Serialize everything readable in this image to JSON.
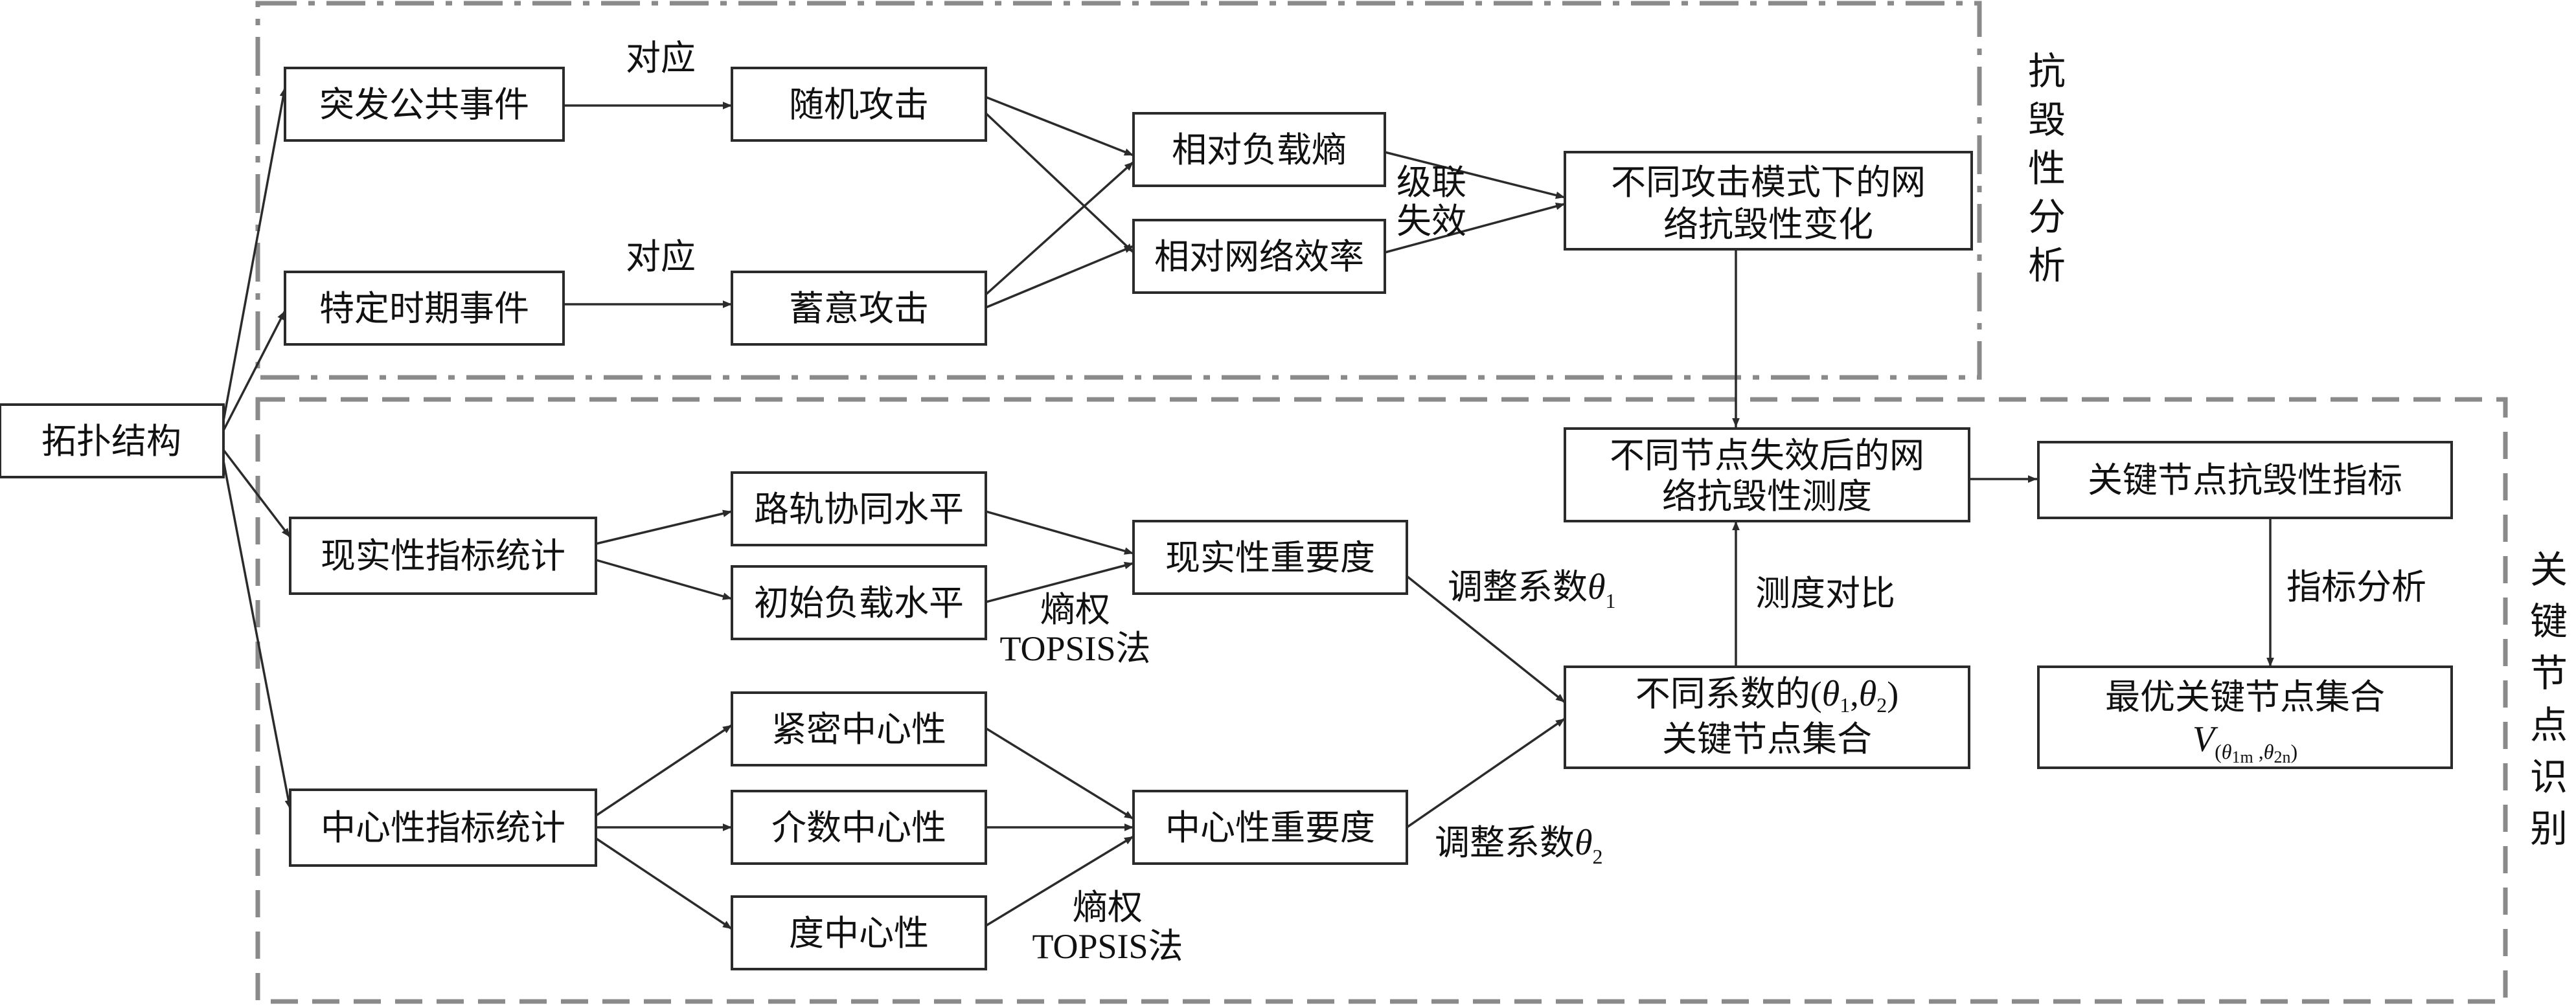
{
  "regions": {
    "survivability_analysis": "抗毁性分析",
    "key_node_identification": "关键节点识别"
  },
  "nodes": {
    "topology": "拓扑结构",
    "public_event": "突发公共事件",
    "specific_period_event": "特定时期事件",
    "random_attack": "随机攻击",
    "deliberate_attack": "蓄意攻击",
    "relative_load_entropy": "相对负载熵",
    "relative_network_efficiency": "相对网络效率",
    "attack_mode_change": [
      "不同攻击模式下的网",
      "络抗毁性变化"
    ],
    "node_failure_measure": [
      "不同节点失效后的网",
      "络抗毁性测度"
    ],
    "key_node_index": "关键节点抗毁性指标",
    "optimal_key_node_set": {
      "line1": "最优关键节点集合",
      "symbol": "V",
      "sub_open": "(",
      "theta_sym": "θ",
      "sub1": "1m",
      "comma": " ,",
      "sub2": "2n",
      "sub_close": ")"
    },
    "reality_stats": "现实性指标统计",
    "centrality_stats": "中心性指标统计",
    "road_rail_level": "路轨协同水平",
    "initial_load_level": "初始负载水平",
    "reality_importance": "现实性重要度",
    "closeness": "紧密中心性",
    "betweenness": "介数中心性",
    "degree": "度中心性",
    "centrality_importance": "中心性重要度",
    "coef_key_node_set": {
      "line1_text": "不同系数的",
      "open": "(",
      "theta": "θ",
      "sub1": "1",
      "comma": ",",
      "sub2": "2",
      "close": ")",
      "line2": "关键节点集合"
    }
  },
  "edge_labels": {
    "correspond_1": "对应",
    "correspond_2": "对应",
    "cascade_failure": [
      "级联",
      "失效"
    ],
    "entropy_topsis_1": [
      "熵权",
      "TOPSIS法"
    ],
    "entropy_topsis_2": [
      "熵权",
      "TOPSIS法"
    ],
    "adjust_1_text": "调整系数",
    "adjust_1_sub": "1",
    "adjust_2_text": "调整系数",
    "adjust_2_sub": "2",
    "theta_symbol": "θ",
    "measure_compare": "测度对比",
    "index_analysis": "指标分析"
  }
}
